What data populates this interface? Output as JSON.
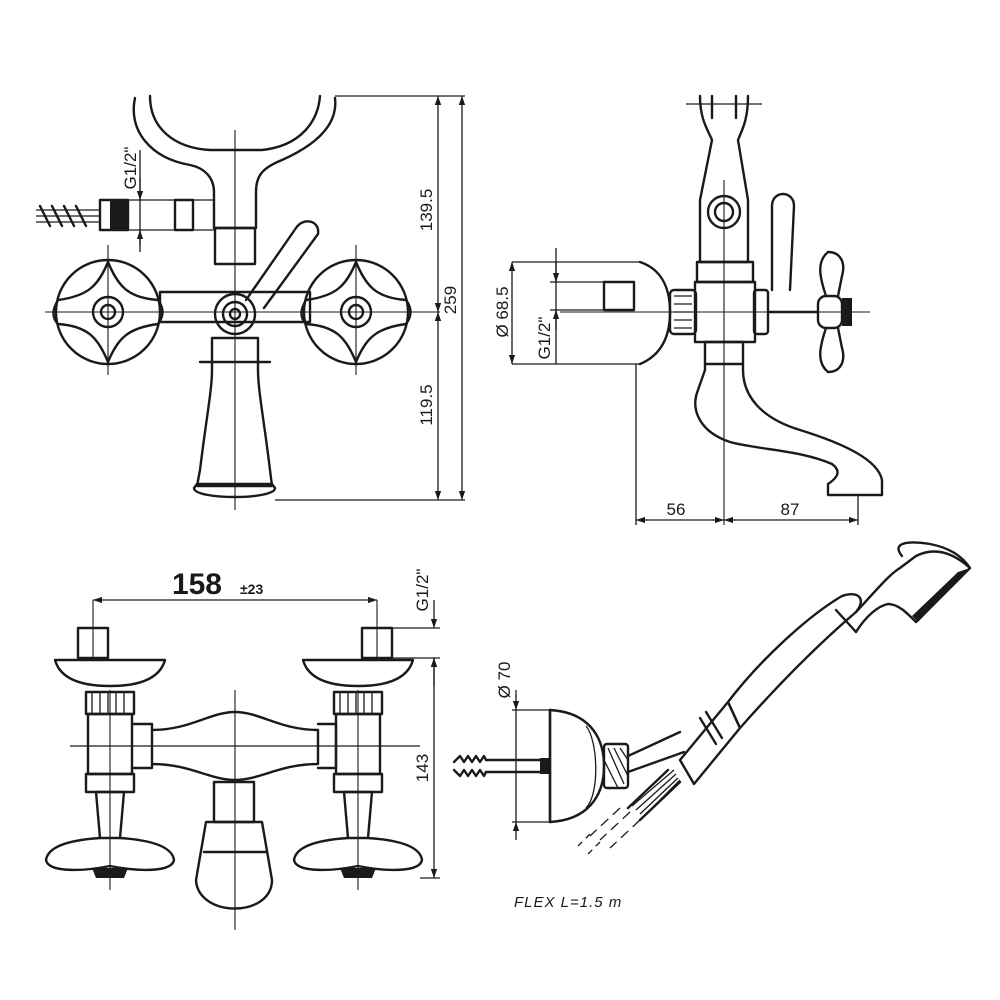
{
  "front_view": {
    "dim_top": "139.5",
    "dim_total": "259",
    "dim_bottom": "119.5",
    "thread": "G1/2\""
  },
  "side_view": {
    "dim_diameter": "Ø 68.5",
    "thread": "G1/2\"",
    "dim_left": "56",
    "dim_right": "87"
  },
  "top_view": {
    "dim_width_main": "158",
    "dim_width_tol": "±23",
    "thread": "G1/2\"",
    "dim_height": "143"
  },
  "shower_view": {
    "dim_diameter": "Ø 70",
    "hose_label": "FLEX  L=1.5  m"
  }
}
